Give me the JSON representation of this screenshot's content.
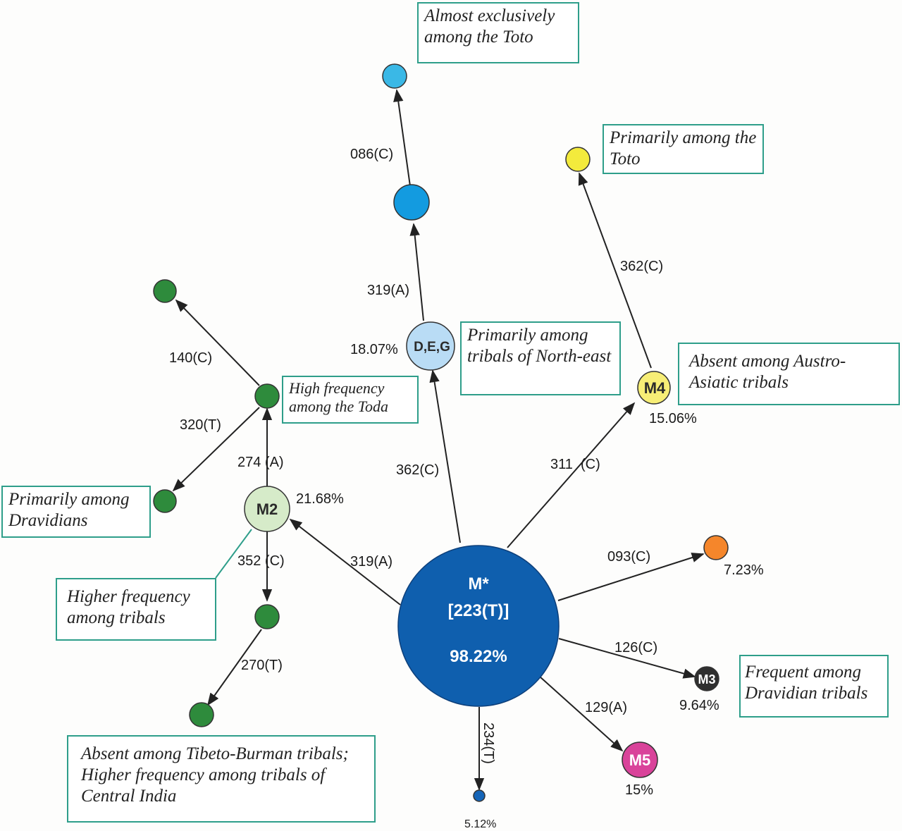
{
  "root": {
    "name": "M*",
    "mutation": "[223(T)]",
    "percent": "98.22%"
  },
  "nodes": {
    "m2": {
      "label": "M2",
      "percent": "21.68%"
    },
    "deg": {
      "label": "D,E,G",
      "percent": "18.07%"
    },
    "m4": {
      "label": "M4",
      "percent": "15.06%"
    },
    "orange": {
      "percent": "7.23%"
    },
    "m3": {
      "label": "M3",
      "percent": "9.64%"
    },
    "m5": {
      "label": "M5",
      "percent": "15%"
    },
    "small": {
      "percent": "5.12%"
    }
  },
  "mutations": {
    "root_m2": "319(A)",
    "root_deg": "362(C)",
    "root_m4": "311  (C)",
    "root_orange": "093(C)",
    "root_m3": "126(C)",
    "root_m5": "129(A)",
    "root_small": "234(T)",
    "deg_blue": "319(A)",
    "blue_cyan": "086(C)",
    "m4_yellow": "362(C)",
    "m2_upper": "274 (A)",
    "m2_lower": "352 (C)",
    "upper_top": "140(C)",
    "upper_left": "320(T)",
    "lower_bottom": "270(T)"
  },
  "notes": {
    "toto_exclusive": "Almost exclusively among the Toto",
    "toto_primarily": "Primarily among the Toto",
    "northeast": "Primarily among tribals of North-east",
    "toda": "High frequency among the Toda",
    "austro": "Absent among Austro-Asiatic tribals",
    "dravidians": "Primarily among Dravidians",
    "higher_tribals": "Higher frequency among tribals",
    "frequent_dravidian": "Frequent among Dravidian tribals",
    "tibeto": "Absent among Tibeto-Burman tribals; Higher frequency among tribals of Central India"
  },
  "colors": {
    "root": "#0f5fae",
    "m2": "#d6ebc9",
    "green": "#2e8b3c",
    "deg": "#b9dcf5",
    "blue": "#139be0",
    "cyan": "#3ab8e6",
    "yellow": "#f3ea3c",
    "yellow_node": "#f7ee76",
    "orange": "#f5862b",
    "m3": "#2f2f2f",
    "m5": "#d9439a",
    "small": "#1565b8",
    "note_border": "#2e9e8a"
  }
}
